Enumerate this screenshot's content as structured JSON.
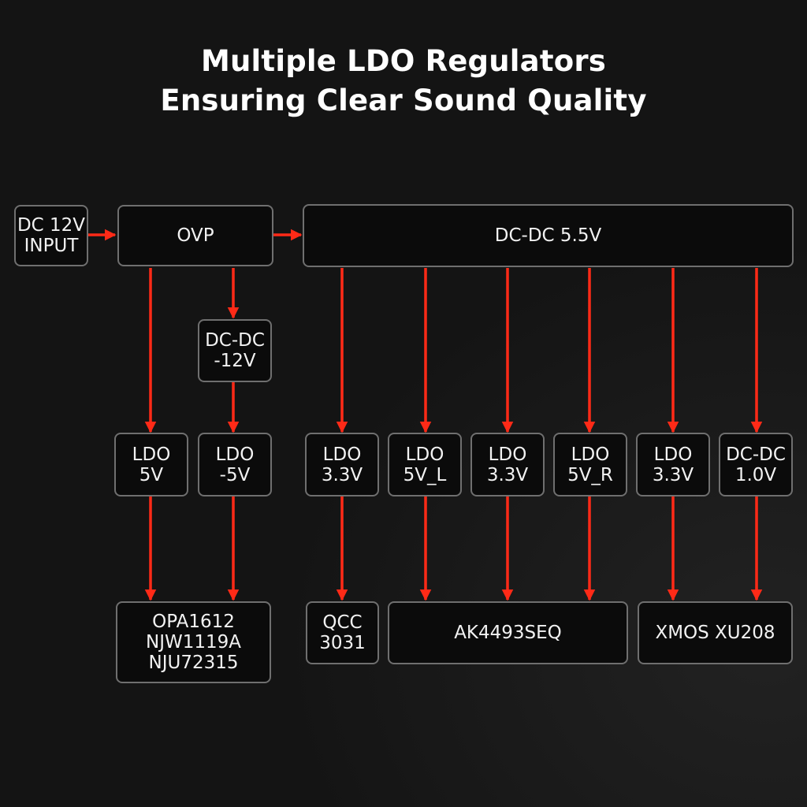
{
  "title": {
    "line1": "Multiple LDO Regulators",
    "line2": "Ensuring Clear Sound Quality"
  },
  "colors": {
    "background": "#141414",
    "box_border": "#6f6f6f",
    "box_fill": "#0b0b0b",
    "arrow": "#ff2a17",
    "text": "#ffffff"
  },
  "nodes": {
    "dc_input": "DC 12V\nINPUT",
    "ovp": "OVP",
    "dcdc_55": "DC-DC 5.5V",
    "dcdc_neg12": "DC-DC\n-12V",
    "ldo_5v": "LDO\n5V",
    "ldo_neg5v": "LDO\n-5V",
    "ldo_33_a": "LDO\n3.3V",
    "ldo_5v_l": "LDO\n5V_L",
    "ldo_33_b": "LDO\n3.3V",
    "ldo_5v_r": "LDO\n5V_R",
    "ldo_33_c": "LDO\n3.3V",
    "dcdc_10": "DC-DC\n1.0V",
    "opamps": "OPA1612\nNJW1119A\nNJU72315",
    "qcc": "QCC\n3031",
    "ak4493": "AK4493SEQ",
    "xmos": "XMOS XU208"
  },
  "connections": [
    [
      "dc_input",
      "ovp"
    ],
    [
      "ovp",
      "dcdc_55"
    ],
    [
      "ovp",
      "dcdc_neg12"
    ],
    [
      "ovp",
      "ldo_5v"
    ],
    [
      "dcdc_neg12",
      "ldo_neg5v"
    ],
    [
      "ldo_5v",
      "opamps"
    ],
    [
      "ldo_neg5v",
      "opamps"
    ],
    [
      "dcdc_55",
      "ldo_33_a"
    ],
    [
      "dcdc_55",
      "ldo_5v_l"
    ],
    [
      "dcdc_55",
      "ldo_33_b"
    ],
    [
      "dcdc_55",
      "ldo_5v_r"
    ],
    [
      "dcdc_55",
      "ldo_33_c"
    ],
    [
      "dcdc_55",
      "dcdc_10"
    ],
    [
      "ldo_33_a",
      "qcc"
    ],
    [
      "ldo_5v_l",
      "ak4493"
    ],
    [
      "ldo_33_b",
      "ak4493"
    ],
    [
      "ldo_5v_r",
      "ak4493"
    ],
    [
      "ldo_33_c",
      "xmos"
    ],
    [
      "dcdc_10",
      "xmos"
    ]
  ]
}
